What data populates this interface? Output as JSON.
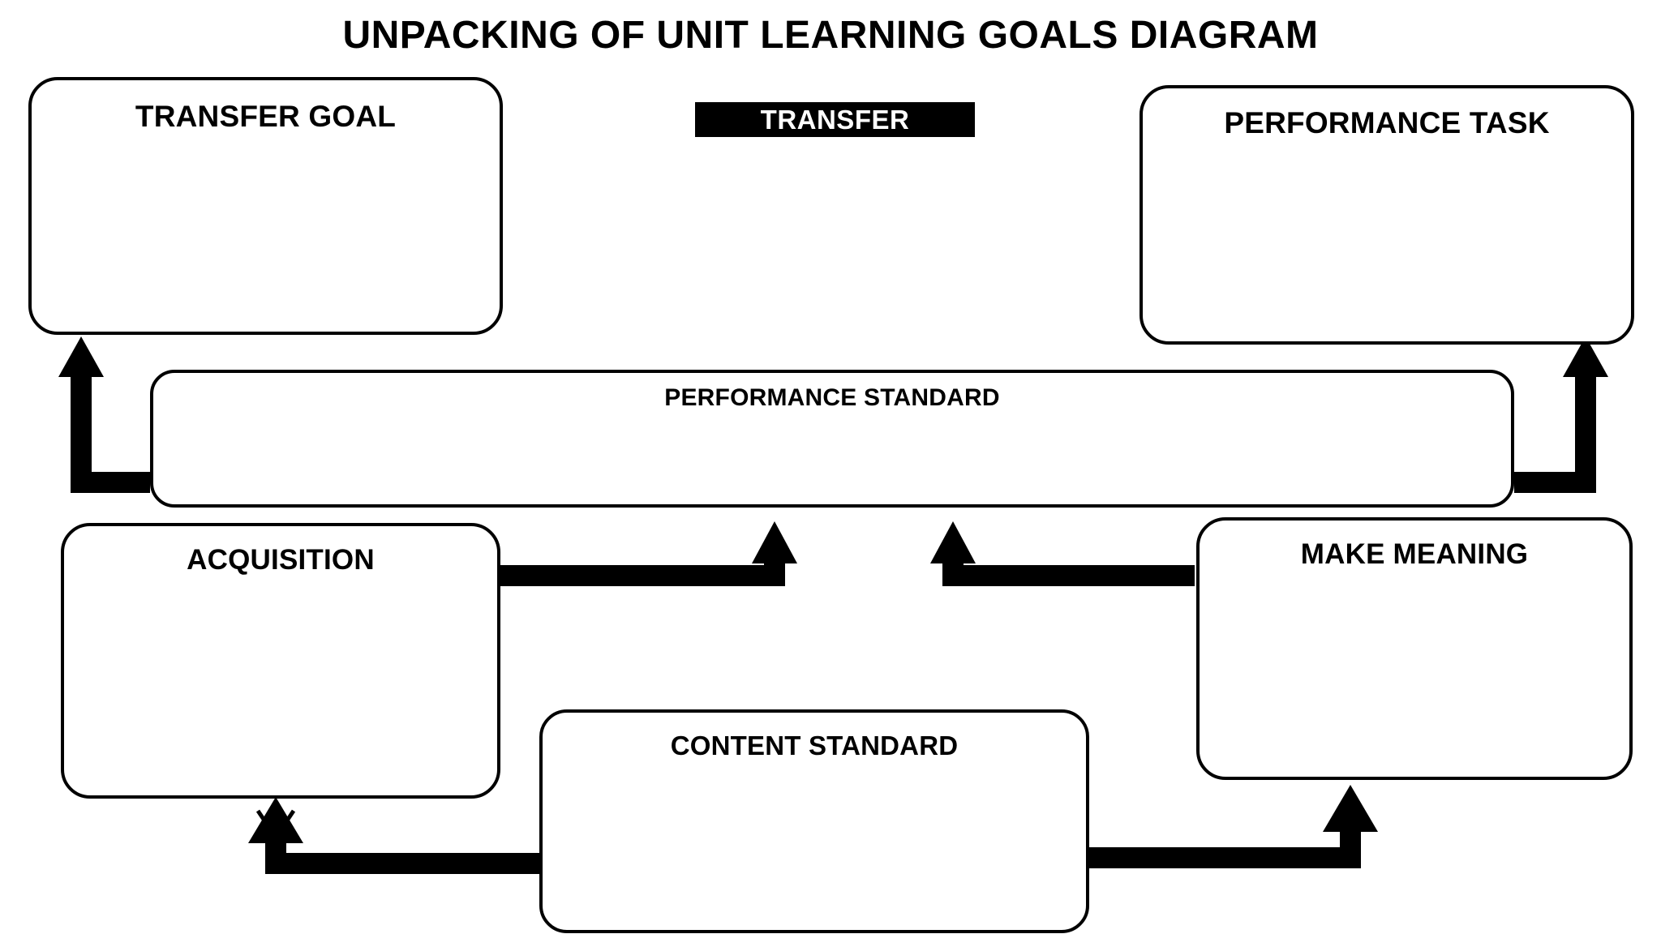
{
  "title": "UNPACKING OF UNIT LEARNING GOALS DIAGRAM",
  "banner": {
    "label": "TRANSFER",
    "background_color": "#000000",
    "text_color": "#FFFFFF"
  },
  "nodes": [
    {
      "id": "transfer-goal",
      "label": "TRANSFER GOAL",
      "body": ""
    },
    {
      "id": "performance-task",
      "label": "PERFORMANCE TASK",
      "body": ""
    },
    {
      "id": "performance-standard",
      "label": "PERFORMANCE STANDARD",
      "body": ""
    },
    {
      "id": "acquisition",
      "label": "ACQUISITION",
      "body": ""
    },
    {
      "id": "make-meaning",
      "label": "MAKE MEANING",
      "body": ""
    },
    {
      "id": "content-standard",
      "label": "CONTENT STANDARD",
      "body": ""
    }
  ],
  "connectors": [
    {
      "id": "ps-to-transfer-goal",
      "from": "performance-standard",
      "to": "transfer-goal",
      "style": "elbow-up-left"
    },
    {
      "id": "ps-to-performance-task",
      "from": "performance-standard",
      "to": "performance-task",
      "style": "elbow-up-right"
    },
    {
      "id": "acquisition-to-ps",
      "from": "acquisition",
      "to": "performance-standard",
      "style": "elbow-up-right"
    },
    {
      "id": "make-meaning-to-ps",
      "from": "make-meaning",
      "to": "performance-standard",
      "style": "elbow-up-left"
    },
    {
      "id": "content-standard-to-acquisition",
      "from": "content-standard",
      "to": "acquisition",
      "style": "elbow-up-left"
    },
    {
      "id": "content-standard-to-make-meaning",
      "from": "content-standard",
      "to": "make-meaning",
      "style": "elbow-up-right"
    }
  ],
  "colors": {
    "stroke": "#000000",
    "fill": "#FFFFFF",
    "background": "#FFFFFF"
  }
}
